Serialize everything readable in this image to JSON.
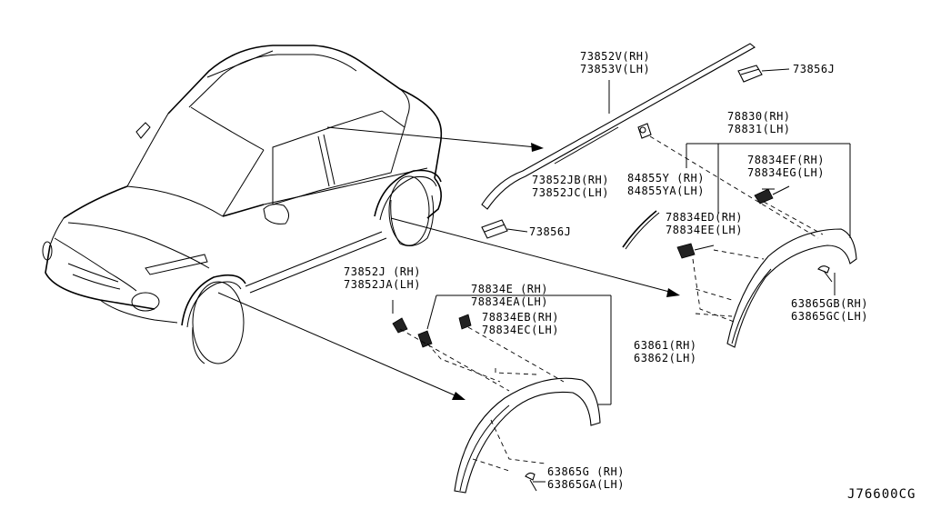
{
  "diagram_code": "J76600CG",
  "callouts": {
    "roof_molding": [
      "73852V(RH)",
      "73853V(LH)"
    ],
    "clip_top": "73856J",
    "fender_front": [
      "78830(RH)",
      "78831(LH)"
    ],
    "grommet_front": [
      "78834EF(RH)",
      "78834EG(LH)"
    ],
    "roof_end": [
      "73852JB(RH)",
      "73852JC(LH)"
    ],
    "door_molding": [
      "84855Y  (RH)",
      "84855YA(LH)"
    ],
    "clip_mid": "73856J",
    "clip_front_wheel": [
      "78834ED(RH)",
      "78834EE(LH)"
    ],
    "screw_front": [
      "63865GB(RH)",
      "63865GC(LH)"
    ],
    "clip_side": [
      "73852J  (RH)",
      "73852JA(LH)"
    ],
    "grommet_rear_a": [
      "78834E  (RH)",
      "78834EA(LH)"
    ],
    "grommet_rear_b": [
      "78834EB(RH)",
      "78834EC(LH)"
    ],
    "fender_rear": [
      "63861(RH)",
      "63862(LH)"
    ],
    "screw_rear": [
      "63865G  (RH)",
      "63865GA(LH)"
    ]
  }
}
